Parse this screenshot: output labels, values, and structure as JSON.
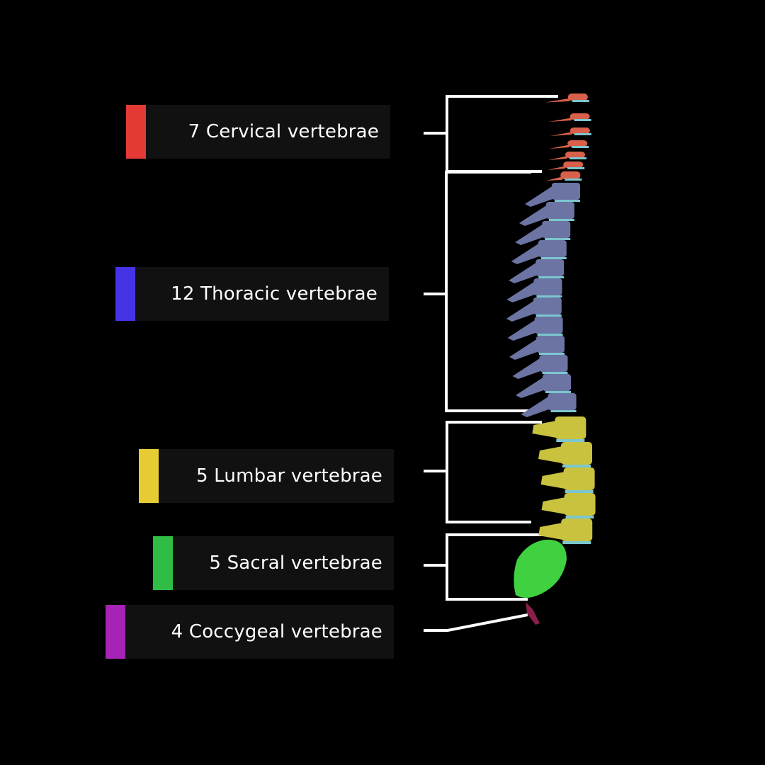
{
  "title": "Vertebral column regions",
  "regions": [
    {
      "id": "cervical",
      "label": "7 Cervical vertebrae",
      "count": 7,
      "color": "#e53935"
    },
    {
      "id": "thoracic",
      "label": "12 Thoracic vertebrae",
      "count": 12,
      "color": "#4434e6"
    },
    {
      "id": "lumbar",
      "label": "5 Lumbar vertebrae",
      "count": 5,
      "color": "#e6cc33"
    },
    {
      "id": "sacral",
      "label": "5 Sacral vertebrae",
      "count": 5,
      "color": "#2fbd45"
    },
    {
      "id": "coccygeal",
      "label": "4 Coccygeal vertebrae",
      "count": 4,
      "color": "#a524b5"
    }
  ],
  "spine_colors": {
    "cervical": "#d9604a",
    "thoracic": "#6b74a3",
    "lumbar": "#c9c23f",
    "sacral": "#3fd13f",
    "coccyx": "#8a1f4a",
    "disc": "#7cc6cf"
  }
}
